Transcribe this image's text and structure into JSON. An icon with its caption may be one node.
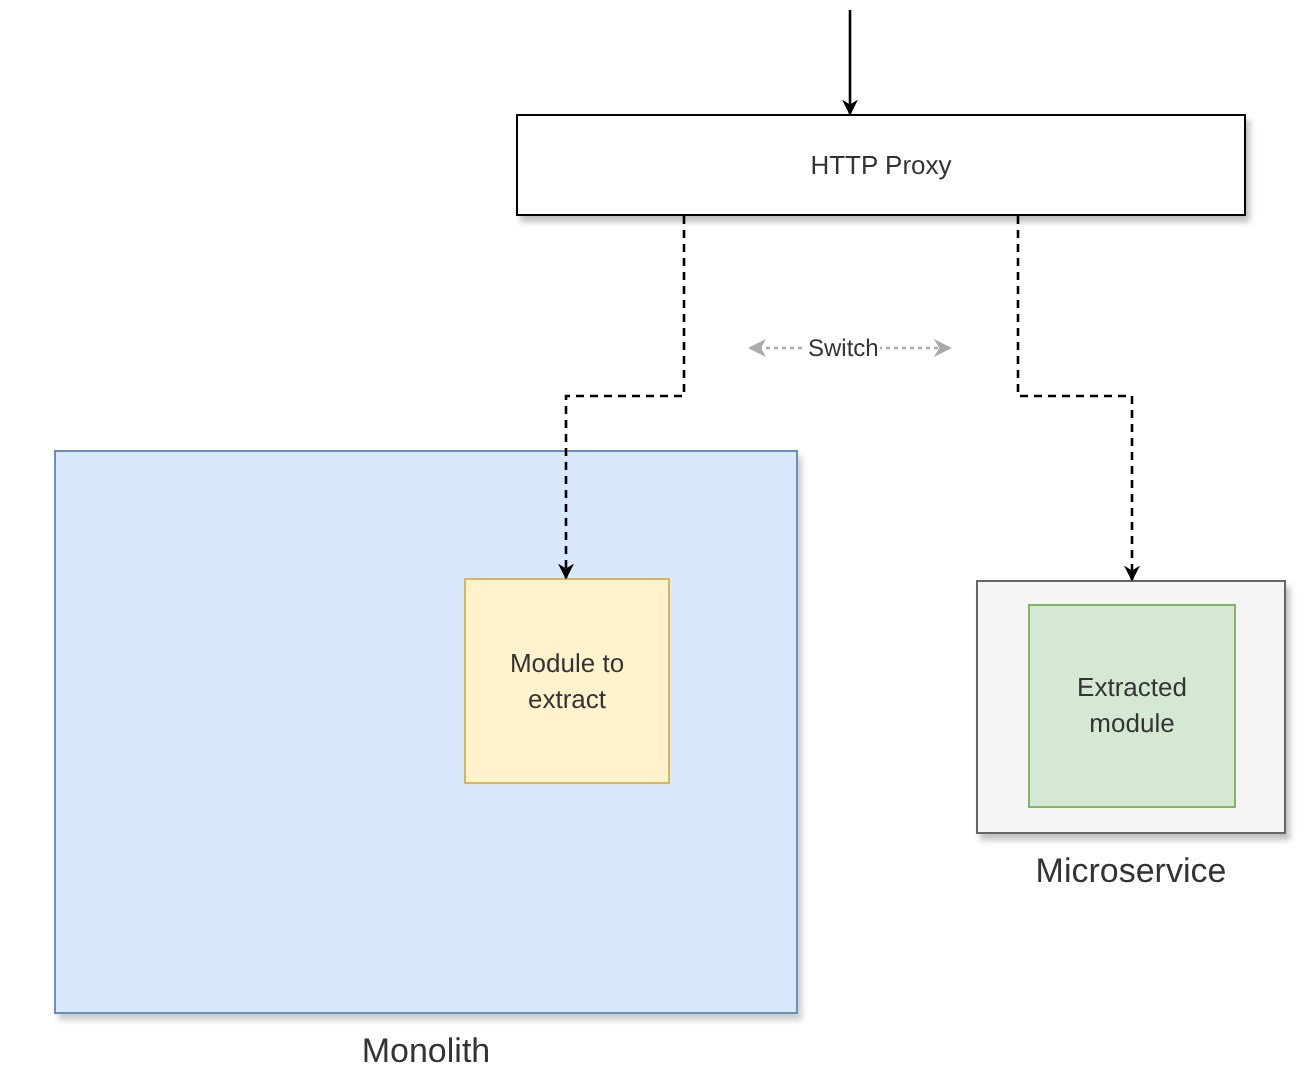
{
  "diagram": {
    "nodes": [
      {
        "text": [
          "HTTP Proxy"
        ]
      },
      {
        "text": [
          "Monolith"
        ]
      },
      {
        "text": [
          "Module to extract"
        ],
        "in": 1
      },
      {
        "text": [
          "Microservice"
        ]
      },
      {
        "text": [
          "Extracted module"
        ],
        "in": 3
      }
    ],
    "edges": [
      {
        "from": null,
        "to": 0,
        "arrow": "to"
      },
      {
        "from": 0,
        "to": 2,
        "arrow": "to",
        "style": "dashed"
      },
      {
        "from": 0,
        "to": 3,
        "arrow": "to",
        "style": "dashed"
      }
    ],
    "labels": [
      "Switch"
    ]
  }
}
